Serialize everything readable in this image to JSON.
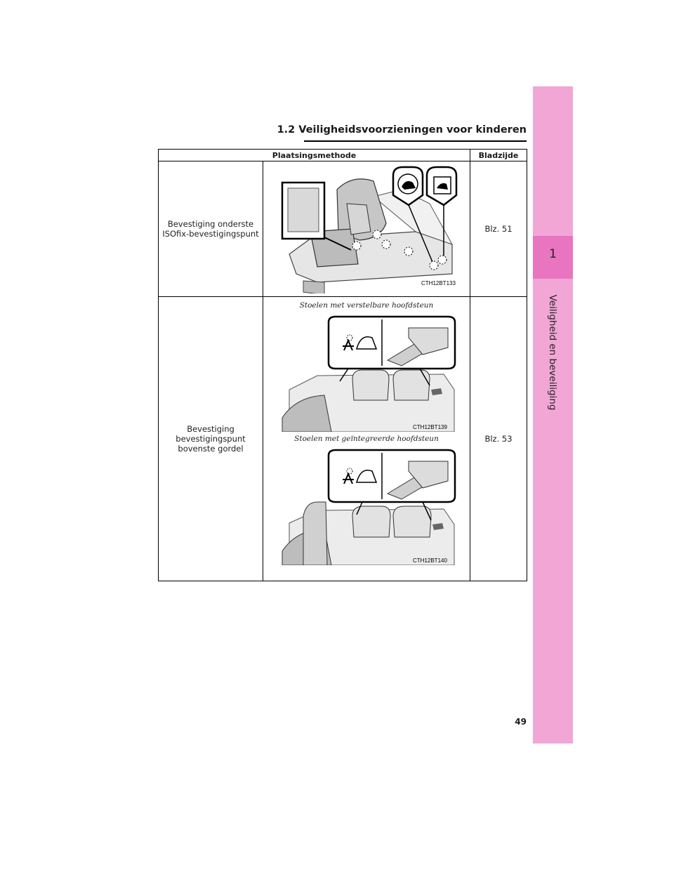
{
  "header": {
    "section_title": "1.2  Veiligheidsvoorzieningen voor kinderen"
  },
  "side_tab": {
    "chapter_number": "1",
    "chapter_title": "Veiligheid en beveiliging"
  },
  "table": {
    "headers": [
      "Plaatsingsmethode",
      "Bladzijde"
    ],
    "rows": [
      {
        "method": "Bevestiging onderste ISOfix-bevestigingspunt",
        "page": "Blz. 51",
        "figure_code": "CTH12BT133"
      },
      {
        "method": "Bevestiging bevestigingspunt bovenste gordel",
        "page": "Blz. 53",
        "figures": [
          {
            "caption": "Stoelen met verstelbare hoofdsteun",
            "figure_code": "CTH12BT139"
          },
          {
            "caption": "Stoelen met geïntegreerde hoofdsteun",
            "figure_code": "CTH12BT140"
          }
        ]
      }
    ]
  },
  "footer": {
    "page_number": "49"
  }
}
